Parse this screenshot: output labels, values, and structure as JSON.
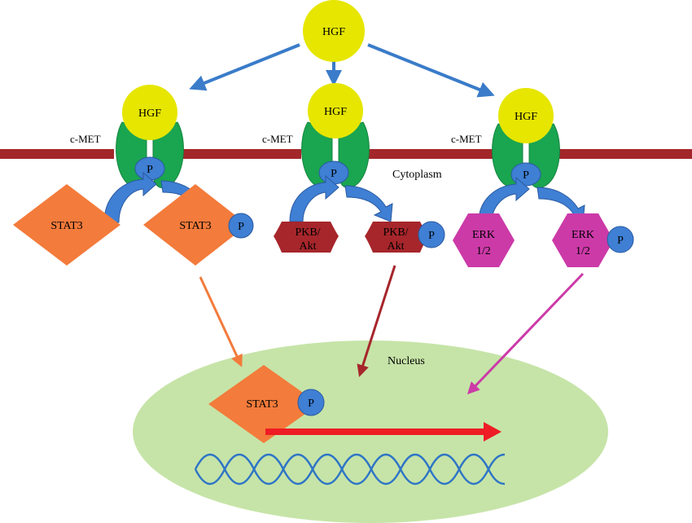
{
  "ligand": {
    "top": "HGF",
    "receptor_1": "HGF",
    "receptor_2": "HGF",
    "receptor_3": "HGF"
  },
  "receptor": {
    "label_1": "c-MET",
    "label_2": "c-MET",
    "label_3": "c-MET"
  },
  "phospho": "P",
  "compartments": {
    "cytoplasm": "Cytoplasm",
    "nucleus": "Nucleus"
  },
  "pathway_stat3": {
    "inactive": "STAT3",
    "active": "STAT3",
    "nuclear": "STAT3"
  },
  "pathway_akt": {
    "inactive_line1": "PKB/",
    "inactive_line2": "Akt",
    "active_line1": "PKB/",
    "active_line2": "Akt"
  },
  "pathway_erk": {
    "inactive_line1": "ERK",
    "inactive_line2": "1/2",
    "active_line1": "ERK",
    "active_line2": "1/2"
  },
  "colors": {
    "hgf": "#e6e600",
    "receptor": "#1aa550",
    "membrane": "#a3272a",
    "phospho": "#3f7fd4",
    "stat3": "#f37b3b",
    "akt": "#a6262b",
    "erk": "#cc3aa8",
    "nucleus": "#c6e4a8",
    "transcription_arrow": "#ee1c24",
    "dna": "#2e75c6",
    "ligand_arrows": "#3a7cc9"
  }
}
